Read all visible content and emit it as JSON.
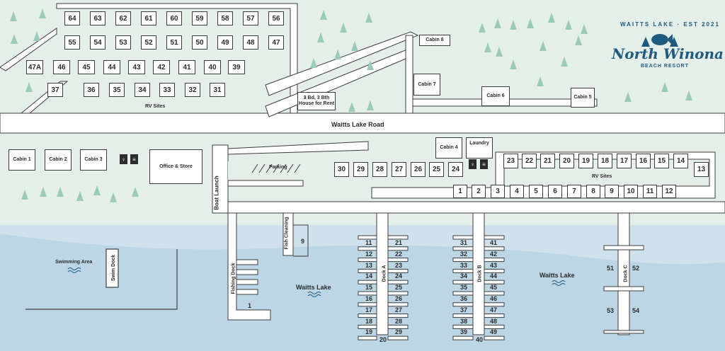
{
  "road_label": "Waitts Lake Road",
  "logo": {
    "top_text": "WAITTS LAKE · EST 2021",
    "title": "North Winona",
    "subtitle": "BEACH RESORT"
  },
  "rv_sites_label": "RV Sites",
  "boat_launch_label": "Boat Launch",
  "parking_label": "Parking",
  "fishing_cleaning_label": "Fish Cleaning",
  "fishing_dock_label": "Fishing Dock",
  "swim_dock_label": "Swim Dock",
  "swimming_area_label": "Swimming Area",
  "lake_label": "Waitts Lake",
  "dock_labels": [
    "Dock A",
    "Dock B",
    "Dock C"
  ],
  "buildings": {
    "cabin1": "Cabin 1",
    "cabin2": "Cabin 2",
    "cabin3": "Cabin 3",
    "cabin4": "Cabin 4",
    "cabin5": "Cabin 5",
    "cabin6": "Cabin 6",
    "cabin7": "Cabin 7",
    "cabin8": "Cabin 8",
    "laundry": "Laundry",
    "office": "Office & Store",
    "house": "3 Bd, 3 Bth House for Rent"
  },
  "sites_row_top": [
    "64",
    "63",
    "62",
    "61",
    "60",
    "59",
    "58",
    "57",
    "56"
  ],
  "sites_row_second": [
    "55",
    "54",
    "53",
    "52",
    "51",
    "50",
    "49",
    "48",
    "47"
  ],
  "sites_row_third": [
    "47A",
    "46",
    "45",
    "44",
    "43",
    "42",
    "41",
    "40",
    "39"
  ],
  "sites_row_fourth": [
    "37",
    "36",
    "35",
    "34",
    "33",
    "32",
    "31"
  ],
  "sites_east_upper": [
    "23",
    "22",
    "21",
    "20",
    "19",
    "18",
    "17",
    "16",
    "15",
    "14"
  ],
  "site_13": "13",
  "sites_east_lower": [
    "1",
    "2",
    "3",
    "4",
    "5",
    "6",
    "7",
    "8",
    "9",
    "10",
    "11",
    "12"
  ],
  "sites_middle": [
    "30",
    "29",
    "28",
    "27",
    "26",
    "25",
    "24"
  ],
  "fish_slip": "9",
  "fish_dock_slip": "1",
  "dock_a_left": [
    "11",
    "12",
    "13",
    "14",
    "15",
    "16",
    "17",
    "18",
    "19"
  ],
  "dock_a_right": [
    "21",
    "22",
    "23",
    "24",
    "25",
    "26",
    "27",
    "28",
    "29"
  ],
  "dock_a_end": "20",
  "dock_b_left": [
    "31",
    "32",
    "33",
    "34",
    "35",
    "36",
    "37",
    "38",
    "39"
  ],
  "dock_b_right": [
    "41",
    "42",
    "43",
    "44",
    "45",
    "46",
    "47",
    "48",
    "49"
  ],
  "dock_b_end": "40",
  "dock_c_slips": [
    "51",
    "52",
    "53",
    "54"
  ],
  "icons": [
    "restroom-icon",
    "shower-icon"
  ],
  "colors": {
    "land": "#e4efe9",
    "water": "#cfe1ec",
    "road": "#ffffff",
    "tree": "#9ccbb9",
    "logo": "#1f5a7f"
  }
}
